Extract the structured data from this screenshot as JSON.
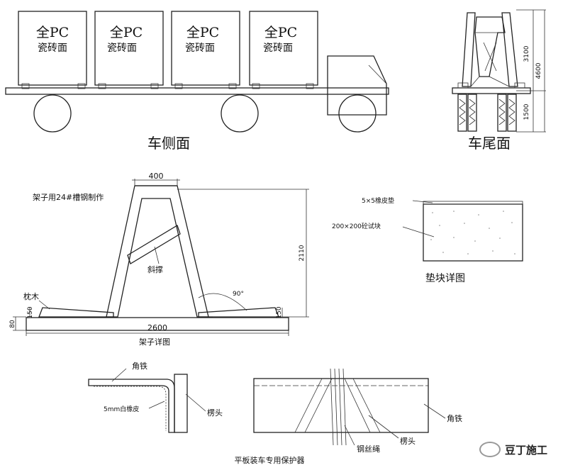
{
  "truck_side": {
    "boxes": [
      {
        "main": "全PC",
        "sub": "瓷砖面"
      },
      {
        "main": "全PC",
        "sub": "瓷砖面"
      },
      {
        "main": "全PC",
        "sub": "瓷砖面"
      },
      {
        "main": "全PC",
        "sub": "瓷砖面"
      }
    ],
    "caption": "车侧面"
  },
  "truck_rear": {
    "dim_upper": "3100",
    "dim_total": "4600",
    "dim_lower": "1500",
    "caption": "车尾面"
  },
  "rack_detail": {
    "note": "架子用24#槽钢制作",
    "top_width": "400",
    "brace_label": "斜撑",
    "angle": "90°",
    "height": "2110",
    "pillow_label": "枕木",
    "left_dim": "150",
    "right_dim": "150",
    "base_dim": "80",
    "bottom_width": "2600",
    "caption": "架子详图"
  },
  "pad_detail": {
    "rubber_label": "5×5橡皮垫",
    "block_label": "200×200砼试块",
    "caption": "垫块详图"
  },
  "protector": {
    "angle_iron": "角铁",
    "rubber": "5mm白橡皮",
    "wood": "楞头",
    "angle_iron_2": "角铁",
    "wire_rope": "钢丝绳",
    "wood_2": "楞头",
    "caption": "平板装车专用保护器"
  },
  "watermark": "豆丁施工"
}
